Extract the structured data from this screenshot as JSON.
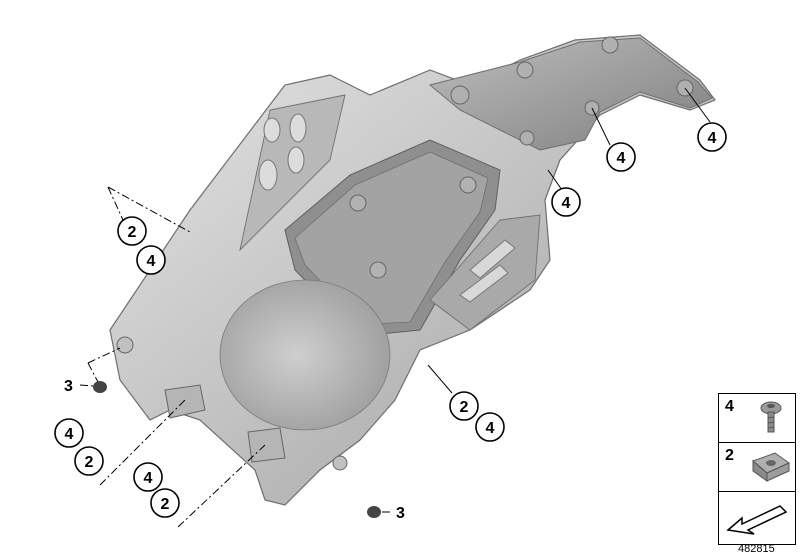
{
  "diagram": {
    "callouts": {
      "c1": "4",
      "c2": "4",
      "c3": "4",
      "c4": "2",
      "c5": "4",
      "c6": "2",
      "c7": "4",
      "c8": "4",
      "c9": "2",
      "c10": "4",
      "c11": "2"
    },
    "plain_labels": {
      "p1": "3",
      "p2": "3"
    }
  },
  "legend": {
    "items": [
      {
        "number": "4",
        "icon": "bolt-icon"
      },
      {
        "number": "2",
        "icon": "clip-nut-icon"
      },
      {
        "number": "",
        "icon": "direction-arrow-icon"
      }
    ]
  },
  "drawing_number": "482815",
  "colors": {
    "part_light": "#d4d4d4",
    "part_mid": "#a9a9a9",
    "part_dark": "#8a8a8a",
    "outline": "#6e6e6e"
  }
}
